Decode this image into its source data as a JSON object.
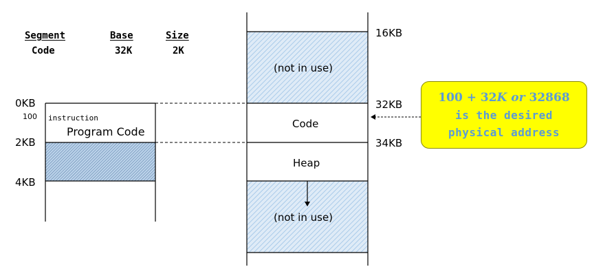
{
  "segment_table": {
    "headers": [
      "Segment",
      "Base",
      "Size"
    ],
    "rows": [
      [
        "Code",
        "32K",
        "2K"
      ]
    ]
  },
  "virtual_space": {
    "labels": [
      "0KB",
      "100",
      "2KB",
      "4KB"
    ],
    "instruction_label": "instruction",
    "program_code_label": "Program Code"
  },
  "physical_memory": {
    "labels": [
      "16KB",
      "32KB",
      "34KB"
    ],
    "regions": {
      "not_in_use_top": "(not in use)",
      "code": "Code",
      "heap": "Heap",
      "not_in_use_bottom": "(not in use)"
    }
  },
  "callout": {
    "line1_math_a": "100 + 32",
    "line1_k": "K",
    "line1_or": " or ",
    "line1_math_b": "32868",
    "line2": "is the desired",
    "line3": "physical address"
  },
  "colors": {
    "hatch": "#9dc3e6",
    "callout_bg": "#ffff00",
    "callout_text": "#5b9bd5"
  }
}
